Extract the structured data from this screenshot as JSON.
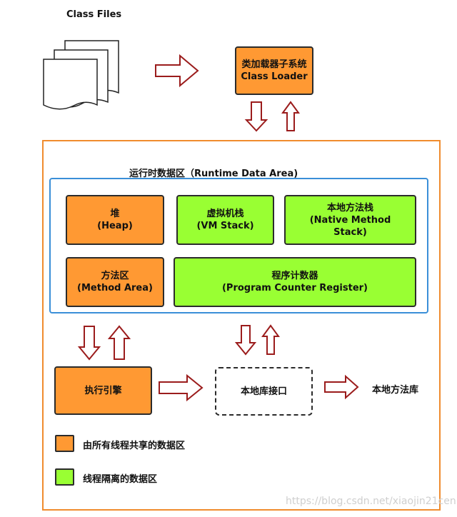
{
  "class_files": {
    "label": "Class Files"
  },
  "class_loader": {
    "line1": "类加载器子系统",
    "line2": "Class Loader"
  },
  "runtime_area": {
    "title": "运行时数据区（Runtime Data Area)"
  },
  "heap": {
    "line1": "堆",
    "line2": "(Heap)"
  },
  "vm_stack": {
    "line1": "虚拟机栈",
    "line2": "(VM Stack)"
  },
  "native_stack": {
    "line1": "本地方法栈",
    "line2": "(Native Method",
    "line3": "Stack)"
  },
  "method_area": {
    "line1": "方法区",
    "line2": "(Method Area)"
  },
  "pc_register": {
    "line1": "程序计数器",
    "line2": "(Program Counter Register)"
  },
  "exec_engine": {
    "label": "执行引擎"
  },
  "native_interface": {
    "label": "本地库接口"
  },
  "native_library": {
    "label": "本地方法库"
  },
  "legend": [
    {
      "label": "由所有线程共享的数据区",
      "color": "#ff9933"
    },
    {
      "label": "线程隔离的数据区",
      "color": "#99ff33"
    }
  ],
  "colors": {
    "shared": "#ff9933",
    "isolated": "#99ff33",
    "outer_border": "#f08c2e",
    "inner_border": "#3a8fd8",
    "arrow": "#9b1c1c"
  },
  "watermark": "https://blog.csdn.net/xiaojin21cen"
}
